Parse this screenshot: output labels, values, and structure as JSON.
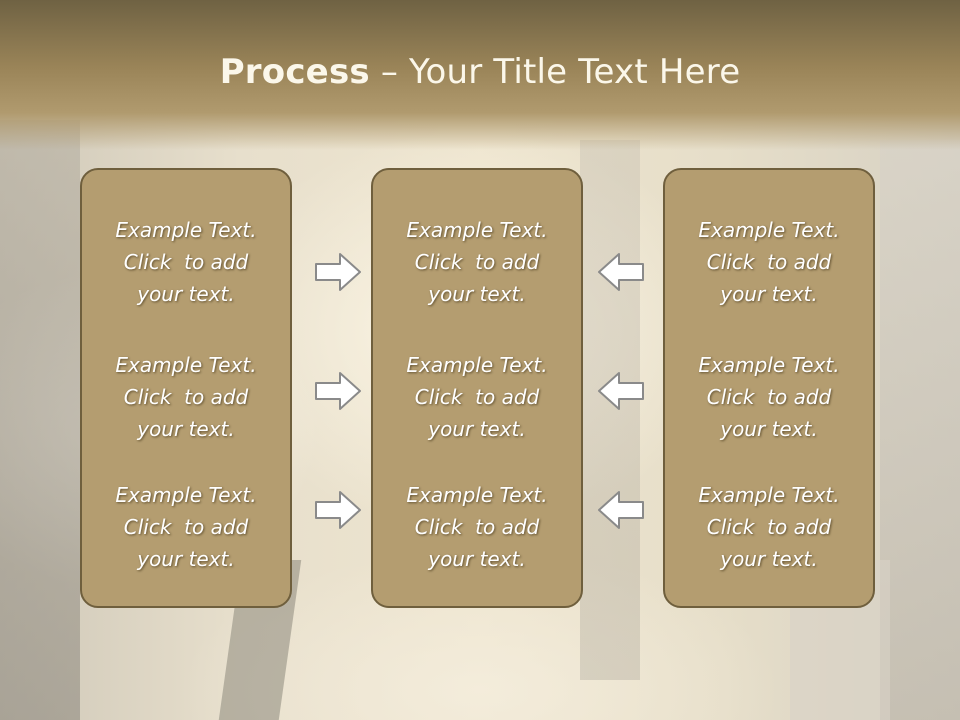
{
  "slide": {
    "title_bold": "Process",
    "title_rest": " – Your Title Text Here"
  },
  "columns": [
    {
      "items": [
        {
          "line1": "Example Text.",
          "line2": "Click  to add",
          "line3": "your text."
        },
        {
          "line1": "Example Text.",
          "line2": "Click  to add",
          "line3": "your text."
        },
        {
          "line1": "Example Text.",
          "line2": "Click  to add",
          "line3": "your text."
        }
      ]
    },
    {
      "items": [
        {
          "line1": "Example Text.",
          "line2": "Click  to add",
          "line3": "your text."
        },
        {
          "line1": "Example Text.",
          "line2": "Click  to add",
          "line3": "your text."
        },
        {
          "line1": "Example Text.",
          "line2": "Click  to add",
          "line3": "your text."
        }
      ]
    },
    {
      "items": [
        {
          "line1": "Example Text.",
          "line2": "Click  to add",
          "line3": "your text."
        },
        {
          "line1": "Example Text.",
          "line2": "Click  to add",
          "line3": "your text."
        },
        {
          "line1": "Example Text.",
          "line2": "Click  to add",
          "line3": "your text."
        }
      ]
    }
  ],
  "icons": {
    "left_arrows": "arrow-right-icon",
    "right_arrows": "arrow-left-icon"
  },
  "colors": {
    "header": "#9a8458",
    "panel": "#b49d70",
    "panel_border": "#6f5f3d",
    "arrow_fill": "#ffffff",
    "arrow_stroke": "#8a8a8a"
  }
}
